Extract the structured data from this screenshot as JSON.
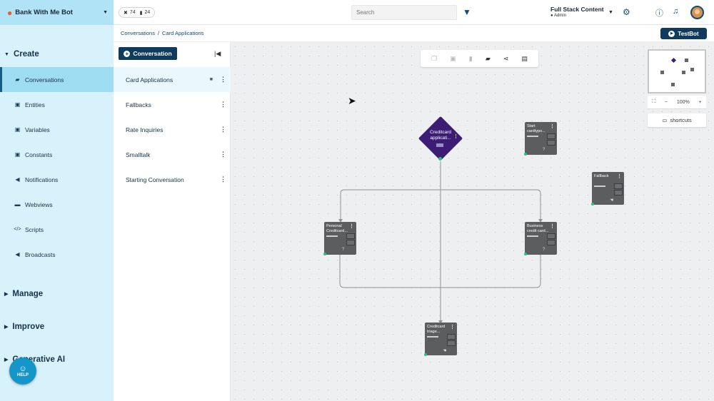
{
  "sidebar": {
    "brand": "Bank With Me Bot",
    "sections": {
      "create": "Create",
      "manage": "Manage",
      "improve": "Improve",
      "generative": "Generative AI"
    },
    "items": [
      {
        "label": "Conversations",
        "icon": "chat-icon",
        "active": true
      },
      {
        "label": "Entities",
        "icon": "entity-icon"
      },
      {
        "label": "Variables",
        "icon": "variable-icon"
      },
      {
        "label": "Constants",
        "icon": "constant-icon"
      },
      {
        "label": "Notifications",
        "icon": "megaphone-icon"
      },
      {
        "label": "Webviews",
        "icon": "webview-icon"
      },
      {
        "label": "Scripts",
        "icon": "code-icon"
      },
      {
        "label": "Broadcasts",
        "icon": "broadcast-icon"
      }
    ],
    "help_label": "HELP"
  },
  "topbar": {
    "count_a": "74",
    "count_b": "24",
    "search_placeholder": "Search",
    "user_name": "Full Stack Content",
    "user_role": "Admin"
  },
  "breadcrumb": {
    "root": "Conversations",
    "current": "Card Applications"
  },
  "testbot_label": "TestBot",
  "conversations_panel": {
    "new_button": "Conversation",
    "items": [
      "Card Applications",
      "Fallbacks",
      "Rate Inquiries",
      "Smalltalk",
      "Starting Conversation"
    ]
  },
  "canvas": {
    "zoom": "100%",
    "shortcuts_label": "shortcuts",
    "start_node": "Creditcard applicati...",
    "nodes": {
      "start_cardtype": "Start cardtypo...",
      "fallback": "Fallback",
      "personal": "Personal Creditcard...",
      "business": "Business credit card...",
      "triage": "Creditcard triage..."
    }
  },
  "colors": {
    "sidebar_bg": "#d8f2fb",
    "accent": "#0f3b5c",
    "start_node": "#3c1c74",
    "node": "#5b5d5f"
  }
}
